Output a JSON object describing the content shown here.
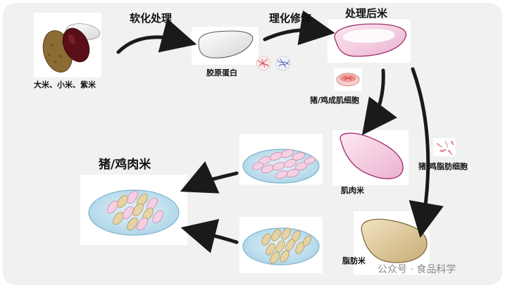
{
  "labels": {
    "grains": "大米、小米、紫米",
    "softening": "软化处理",
    "collagen": "胶原蛋白",
    "modification": "理化修饰",
    "treated_rice": "处理后米",
    "muscle_cells": "猪/鸡成肌细胞",
    "fat_cells": "猪/鸡脂肪细胞",
    "muscle_rice": "肌肉米",
    "fat_rice": "脂肪米",
    "meat_rice": "猪/鸡肉米"
  },
  "watermark": "公众号 · 食品科学",
  "colors": {
    "panel": "#f1f1f1",
    "arrow": "#1a1a1a",
    "muscle_pink": "#f2c6dc",
    "fat_beige": "#dcc79a",
    "dish_blue": "#b9dcec"
  }
}
